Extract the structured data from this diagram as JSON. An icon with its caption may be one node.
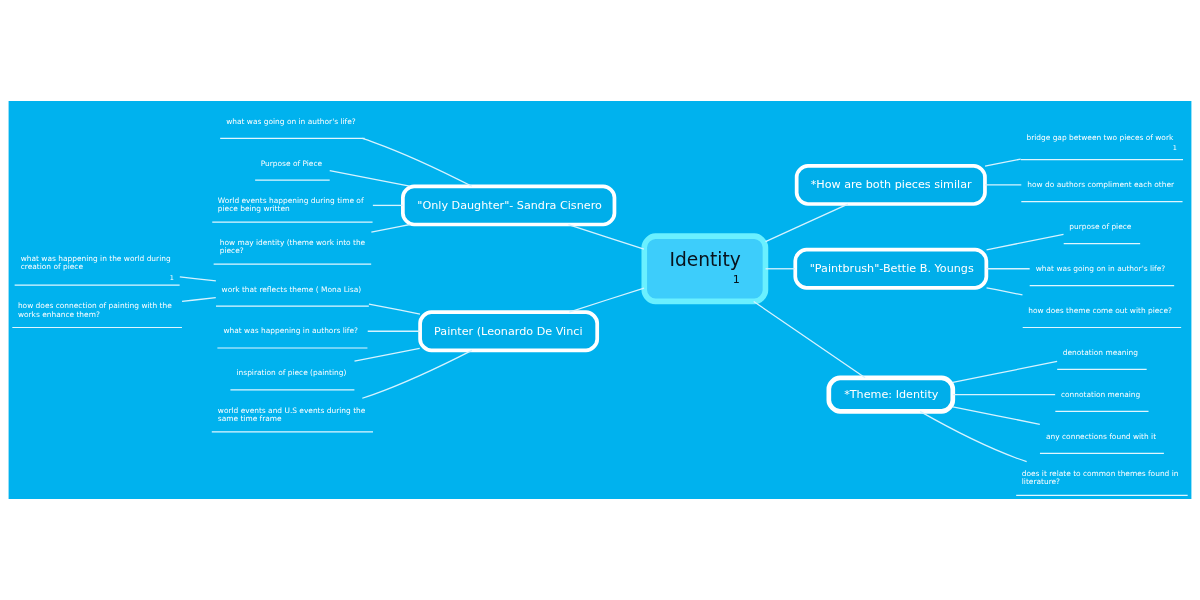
{
  "diagram": {
    "nodes": [
      {
        "text": [
          "Identity",
          "1"
        ]
      },
      {
        "text": [
          "\"Only Daughter\"- Sandra Cisnero"
        ]
      },
      {
        "text": [
          "what was going on in author's life?"
        ]
      },
      {
        "text": [
          "Purpose of Piece"
        ]
      },
      {
        "text": [
          "World events happening during time of piece being written"
        ]
      },
      {
        "text": [
          "how may identity (theme work into the piece?"
        ]
      },
      {
        "text": [
          "Painter (Leonardo De Vinci"
        ]
      },
      {
        "text": [
          "work that reflects theme ( Mona Lisa)"
        ]
      },
      {
        "text": [
          "what was happening in the world during creation of piece",
          "1"
        ]
      },
      {
        "text": [
          "how does connection of painting with the works enhance them?"
        ]
      },
      {
        "text": [
          "what was happening in authors life?"
        ]
      },
      {
        "text": [
          "inspiration of piece (painting)"
        ]
      },
      {
        "text": [
          "world events and U.S events during the same time frame"
        ]
      },
      {
        "text": [
          "*How are both pieces similar"
        ]
      },
      {
        "text": [
          "bridge gap between two pieces of work",
          "1"
        ]
      },
      {
        "text": [
          "how do authors compliment each other"
        ]
      },
      {
        "text": [
          "\"Paintbrush\"-Bettie B. Youngs"
        ]
      },
      {
        "text": [
          "purpose of piece"
        ]
      },
      {
        "text": [
          "what was going on in author's life?"
        ]
      },
      {
        "text": [
          "how does theme come out with piece?"
        ]
      },
      {
        "text": [
          "*Theme: Identity"
        ]
      },
      {
        "text": [
          "denotation meaning"
        ]
      },
      {
        "text": [
          "connotation menaing"
        ]
      },
      {
        "text": [
          "any connections found with it"
        ]
      },
      {
        "text": [
          "does it relate to common themes found in literature?"
        ]
      }
    ],
    "edges": [
      {
        "from": 1,
        "to": 0,
        "arrow": "none"
      },
      {
        "from": 2,
        "to": 1,
        "arrow": "none"
      },
      {
        "from": 3,
        "to": 1,
        "arrow": "none"
      },
      {
        "from": 4,
        "to": 1,
        "arrow": "none"
      },
      {
        "from": 5,
        "to": 1,
        "arrow": "none"
      },
      {
        "from": 6,
        "to": 0,
        "arrow": "none"
      },
      {
        "from": 7,
        "to": 6,
        "arrow": "none"
      },
      {
        "from": 8,
        "to": 7,
        "arrow": "none"
      },
      {
        "from": 9,
        "to": 7,
        "arrow": "none"
      },
      {
        "from": 10,
        "to": 6,
        "arrow": "none"
      },
      {
        "from": 11,
        "to": 6,
        "arrow": "none"
      },
      {
        "from": 12,
        "to": 6,
        "arrow": "none"
      },
      {
        "from": 0,
        "to": 13,
        "arrow": "none"
      },
      {
        "from": 13,
        "to": 14,
        "arrow": "none"
      },
      {
        "from": 13,
        "to": 15,
        "arrow": "none"
      },
      {
        "from": 0,
        "to": 16,
        "arrow": "none"
      },
      {
        "from": 16,
        "to": 17,
        "arrow": "none"
      },
      {
        "from": 16,
        "to": 18,
        "arrow": "none"
      },
      {
        "from": 16,
        "to": 19,
        "arrow": "none"
      },
      {
        "from": 0,
        "to": 20,
        "arrow": "none"
      },
      {
        "from": 20,
        "to": 21,
        "arrow": "none"
      },
      {
        "from": 20,
        "to": 22,
        "arrow": "none"
      },
      {
        "from": 20,
        "to": 23,
        "arrow": "none"
      },
      {
        "from": 20,
        "to": 24,
        "arrow": "none"
      }
    ]
  }
}
